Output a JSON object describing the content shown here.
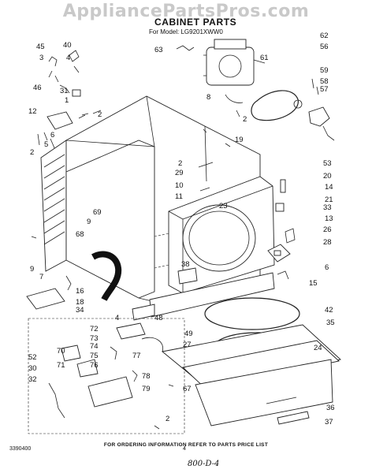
{
  "watermark": "AppliancePartsPros.com",
  "title": "CABINET PARTS",
  "model": "For Model: LG9201XWW0",
  "footer": "FOR ORDERING INFORMATION REFER TO PARTS PRICE LIST",
  "doc_number": "3390400",
  "page_number": "4",
  "handwritten": "800-D-4",
  "callouts": [
    "45",
    "40",
    "3",
    "4",
    "46",
    "31",
    "1",
    "63",
    "62",
    "56",
    "61",
    "8",
    "2",
    "59",
    "58",
    "57",
    "12",
    "2",
    "5",
    "6",
    "2",
    "19",
    "2",
    "29",
    "10",
    "11",
    "53",
    "20",
    "14",
    "21",
    "23",
    "69",
    "9",
    "68",
    "33",
    "13",
    "26",
    "28",
    "38",
    "6",
    "15",
    "9",
    "7",
    "16",
    "18",
    "34",
    "4",
    "48",
    "42",
    "35",
    "24",
    "72",
    "73",
    "52",
    "70",
    "74",
    "75",
    "76",
    "77",
    "71",
    "78",
    "79",
    "30",
    "32",
    "49",
    "27",
    "67",
    "2",
    "36",
    "37"
  ]
}
